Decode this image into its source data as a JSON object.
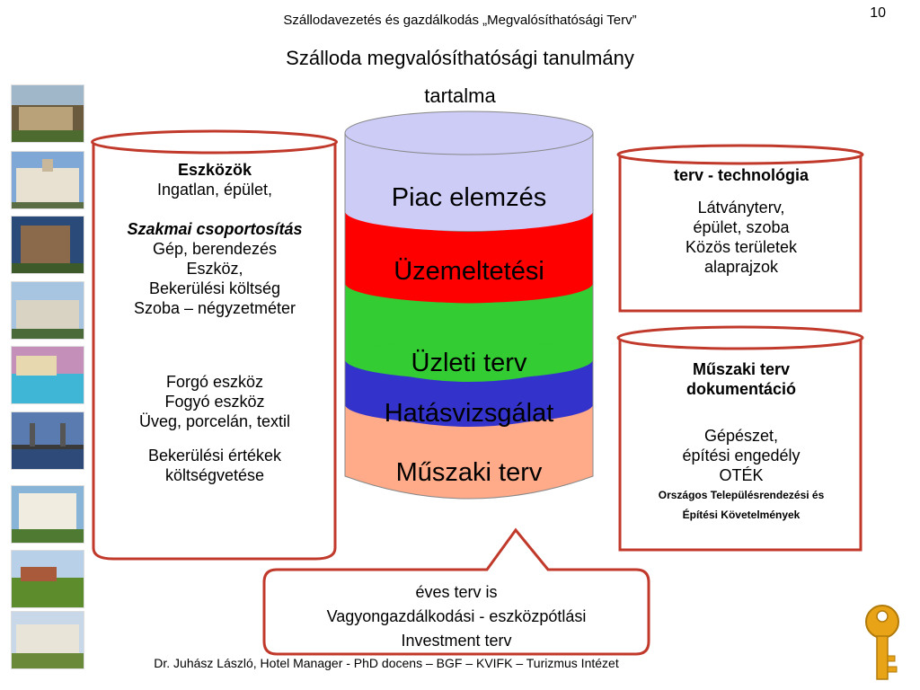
{
  "header": {
    "course_title": "Szállodavezetés és gazdálkodás „Megvalósíthatósági Terv”",
    "page_number": "10"
  },
  "title": {
    "line1": "Szálloda megvalósíthatósági tanulmány",
    "line2": "tartalma"
  },
  "left_scroll": {
    "heading": "Eszközök",
    "line1": "Ingatlan, épület,",
    "subheading": "Szakmai csoportosítás",
    "line2": "Gép, berendezés",
    "line3": "Eszköz,",
    "line4": "Bekerülési költség",
    "line5": "Szoba – négyzetméter",
    "line6": "Forgó eszköz",
    "line7": "Fogyó eszköz",
    "line8": "Üveg, porcelán, textil",
    "line9": "Bekerülési értékek",
    "line10": "költségvetése"
  },
  "cylinder": {
    "segments": [
      {
        "label": "Piac elemzés",
        "color": "#ccccf6"
      },
      {
        "label": "Üzemeltetési",
        "color": "#ff0000"
      },
      {
        "label": "Üzleti terv",
        "color": "#33cc33"
      },
      {
        "label": "Hatásvizsgálat",
        "color": "#3333cc"
      },
      {
        "label": "Műszaki terv",
        "color": "#ffaa88"
      }
    ]
  },
  "right_top_scroll": {
    "heading": "terv - technológia",
    "line1": "Látványterv,",
    "line2": "épület, szoba",
    "line3": "Közös területek",
    "line4": "alaprajzok"
  },
  "right_bottom_scroll": {
    "heading1": "Műszaki terv",
    "heading2": "dokumentáció",
    "line1": "Gépészet,",
    "line2": "építési engedély",
    "line3": "OTÉK",
    "small1": "Országos Településrendezési és",
    "small2": "Építési Követelmények"
  },
  "callout": {
    "line1": "éves terv is",
    "line2": "Vagyongazdálkodási -  eszközpótlási",
    "line3": "Investment terv"
  },
  "footer": {
    "text": "Dr. Juhász László, Hotel Manager - PhD docens – BGF – KVIFK – Turizmus Intézet"
  },
  "colors": {
    "scroll_border": "#c0392b",
    "key": "#e8a317"
  },
  "thumbnails": [
    "hotel-photo",
    "hotel-photo",
    "hotel-photo",
    "hotel-photo",
    "pool-photo",
    "bridge-photo",
    "hotel-photo",
    "garden-photo",
    "palace-photo"
  ]
}
